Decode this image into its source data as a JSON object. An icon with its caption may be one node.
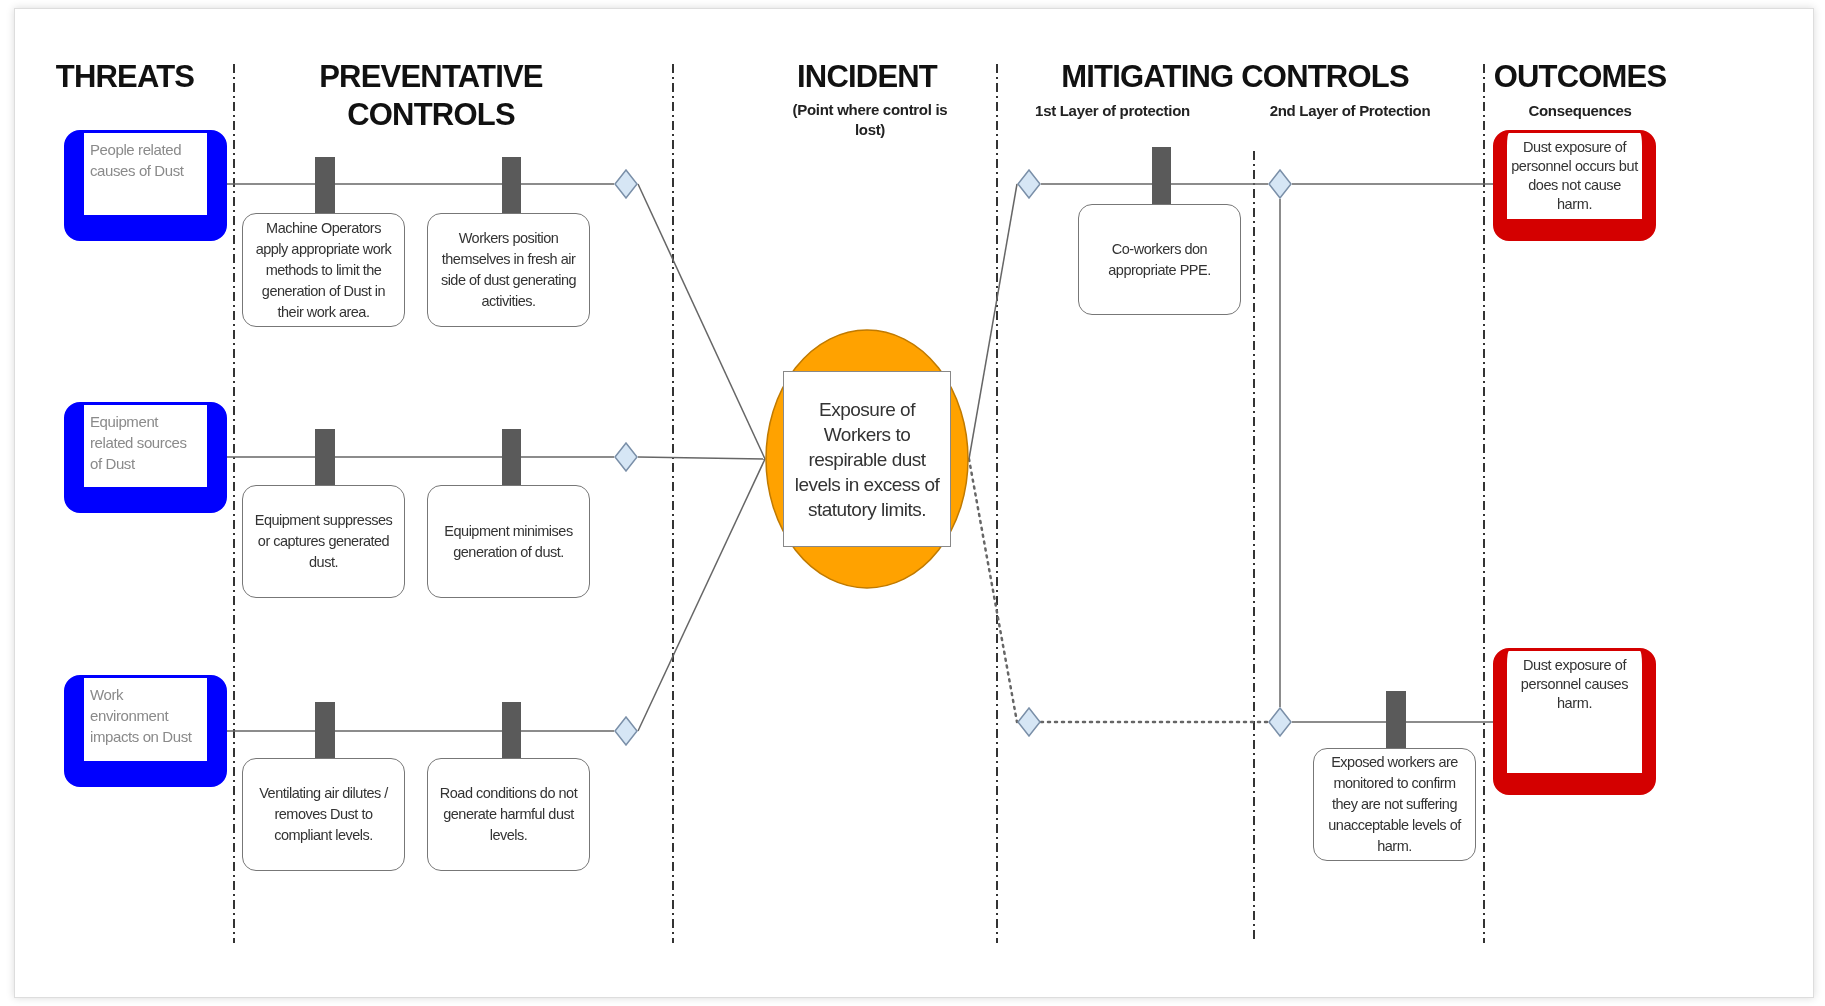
{
  "diagram": {
    "nodes": [
      {
        "text": [
          "People related causes of Dust"
        ]
      },
      {
        "text": [
          "Equipment related sources of Dust"
        ]
      },
      {
        "text": [
          "Work environment impacts on Dust"
        ]
      },
      {
        "text": [
          "Machine Operators apply appropriate work methods to limit the generation of Dust in their work area."
        ]
      },
      {
        "text": [
          "Workers position themselves in fresh air side of dust generating activities."
        ]
      },
      {
        "text": [
          "Equipment suppresses or captures generated dust."
        ]
      },
      {
        "text": [
          "Equipment minimises generation of dust."
        ]
      },
      {
        "text": [
          "Ventilating air dilutes / removes Dust to compliant levels."
        ]
      },
      {
        "text": [
          "Road conditions do not generate harmful dust levels."
        ]
      },
      {
        "text": [],
        "shape": "diamond"
      },
      {
        "text": [],
        "shape": "diamond"
      },
      {
        "text": [],
        "shape": "diamond"
      },
      {
        "text": [
          "Exposure of Workers to respirable dust levels in excess of statutory limits."
        ]
      },
      {
        "text": [],
        "shape": "diamond"
      },
      {
        "text": [],
        "shape": "diamond"
      },
      {
        "text": [],
        "shape": "diamond"
      },
      {
        "text": [],
        "shape": "diamond"
      },
      {
        "text": [
          "Co-workers don appropriate PPE."
        ]
      },
      {
        "text": [
          "Exposed workers are monitored to confirm they are not suffering unacceptable levels of harm."
        ]
      },
      {
        "text": [
          "Dust exposure of personnel occurs but does not cause harm."
        ]
      },
      {
        "text": [
          "Dust exposure of personnel causes harm."
        ]
      }
    ],
    "edges": [
      {
        "from": 0,
        "to": 9,
        "arrow": "none"
      },
      {
        "from": 1,
        "to": 10,
        "arrow": "none"
      },
      {
        "from": 2,
        "to": 11,
        "arrow": "none"
      },
      {
        "from": 9,
        "to": 12,
        "arrow": "none"
      },
      {
        "from": 10,
        "to": 12,
        "arrow": "none"
      },
      {
        "from": 11,
        "to": 12,
        "arrow": "none"
      },
      {
        "from": 12,
        "to": 13,
        "arrow": "none"
      },
      {
        "from": 12,
        "to": 15,
        "arrow": "none",
        "style": "dashed"
      },
      {
        "from": 13,
        "to": 14,
        "arrow": "none"
      },
      {
        "from": 14,
        "to": 19,
        "arrow": "none"
      },
      {
        "from": 14,
        "to": 16,
        "arrow": "none"
      },
      {
        "from": 15,
        "to": 16,
        "arrow": "none",
        "style": "dashed"
      },
      {
        "from": 16,
        "to": 20,
        "arrow": "none"
      }
    ],
    "labels": [
      "THREATS",
      "PREVENTATIVE CONTROLS",
      "INCIDENT",
      "(Point where control is lost)",
      "MITIGATING CONTROLS",
      "1st Layer of protection",
      "2nd Layer of Protection",
      "OUTCOMES",
      "Consequences"
    ]
  }
}
